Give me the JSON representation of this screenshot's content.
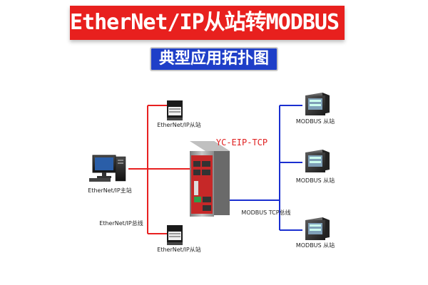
{
  "banner": {
    "title": "EtherNet/IP从站转MODBUS TCP",
    "color": "#e8201e"
  },
  "subtitle": {
    "text": "典型应用拓扑图",
    "color": "#1f3fc8"
  },
  "gateway": {
    "label": "YC-EIP-TCP"
  },
  "master": {
    "label": "EtherNet/IP主站"
  },
  "slaves": [
    {
      "label": "EtherNet/IP从站"
    },
    {
      "label": "EtherNet/IP从站"
    }
  ],
  "eip_bus": {
    "label": "EtherNet/IP总线",
    "color": "#e82020"
  },
  "modbus_bus": {
    "label": "MODBUS TCP总线",
    "color": "#1a2fd0"
  },
  "modbus_devices": [
    {
      "label": "MODBUS 从站"
    },
    {
      "label": "MODBUS 从站"
    },
    {
      "label": "MODBUS 从站"
    }
  ]
}
